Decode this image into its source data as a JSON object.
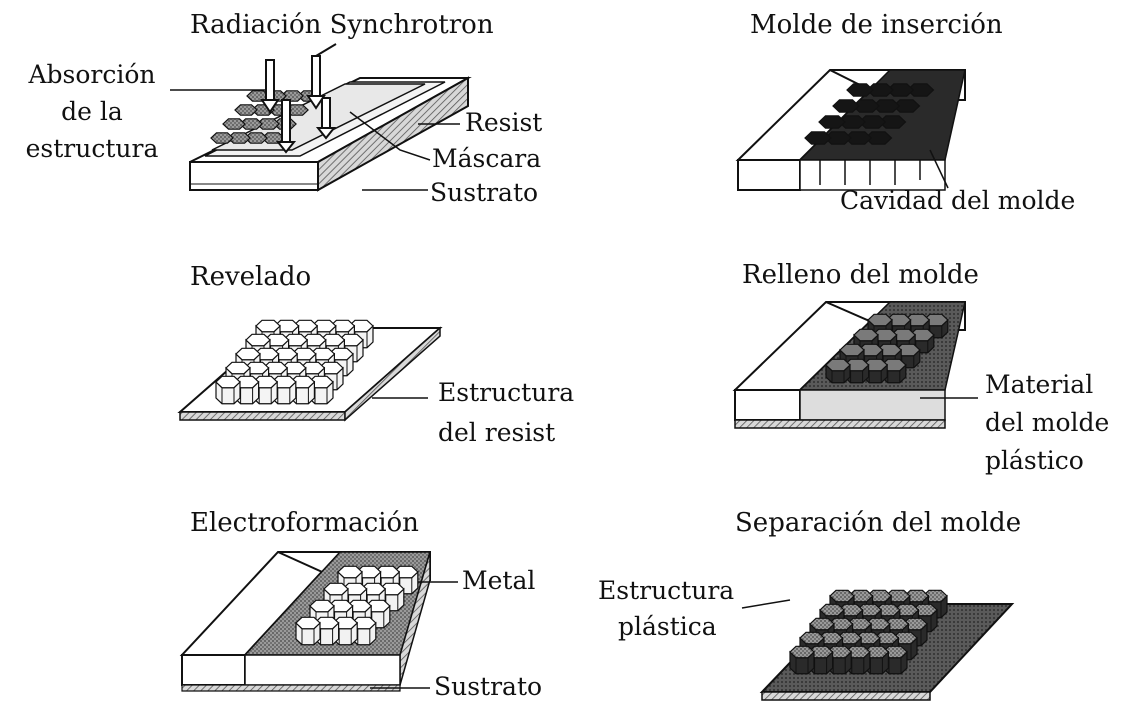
{
  "panels": {
    "p1": {
      "title": "Radiación Synchrotron",
      "labels": [
        "Absorción",
        "de la",
        "estructura",
        "Resist",
        "Máscara",
        "Sustrato"
      ]
    },
    "p2": {
      "title": "Molde de inserción",
      "labels": [
        "Cavidad del molde"
      ]
    },
    "p3": {
      "title": "Revelado",
      "labels": [
        "Estructura",
        "del resist"
      ]
    },
    "p4": {
      "title": "Relleno del molde",
      "labels": [
        "Material",
        "del molde",
        "plástico"
      ]
    },
    "p5": {
      "title": "Electroformación",
      "labels": [
        "Metal",
        "Sustrato"
      ]
    },
    "p6": {
      "title": "Separación del molde",
      "labels": [
        "Estructura",
        "plástica"
      ]
    }
  },
  "colors": {
    "ink": "#111111",
    "background": "#ffffff",
    "hatch": "#555555",
    "dark": "#1a1a1a"
  }
}
